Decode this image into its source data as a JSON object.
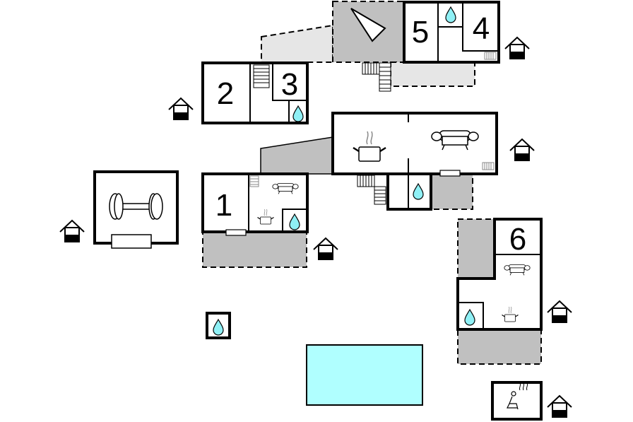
{
  "rooms": {
    "r1": "1",
    "r2": "2",
    "r3": "3",
    "r4": "4",
    "r5": "5",
    "r6": "6"
  },
  "colors": {
    "pool": "#b0ffff",
    "water": "#8ff0f5",
    "terrace_dark": "#c0c0c0",
    "terrace_light": "#e6e6e6"
  },
  "icons": [
    "house-entrance-icon",
    "water-drop-icon",
    "sofa-icon",
    "cooking-pot-icon",
    "stairs-icon",
    "radiator-icon",
    "dumbbell-icon",
    "sauna-icon",
    "compass-icon"
  ]
}
